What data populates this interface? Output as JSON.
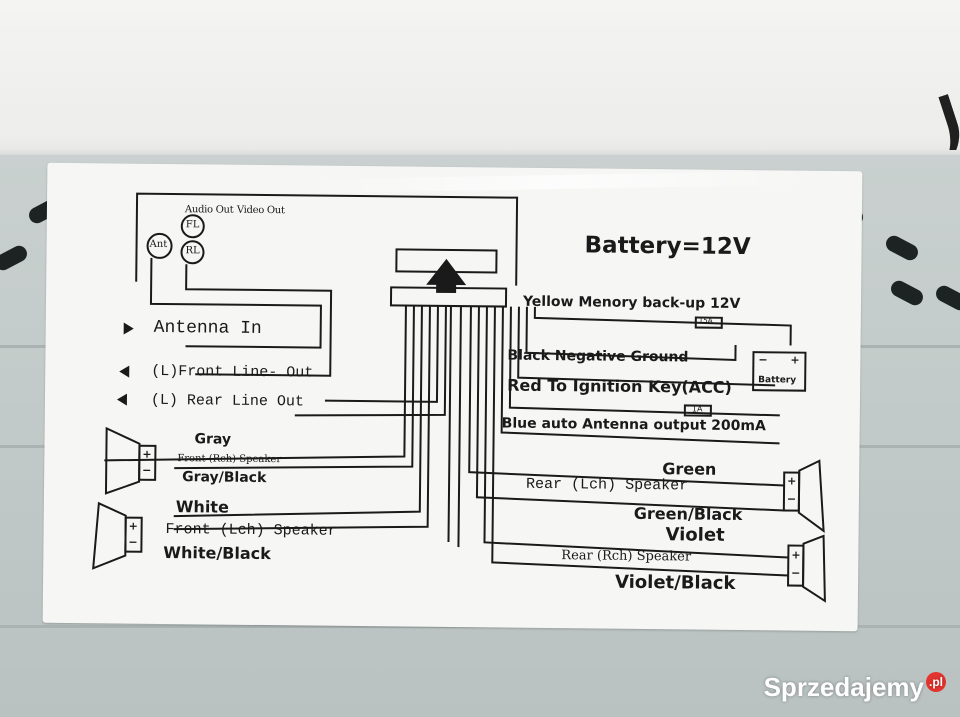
{
  "label": {
    "battery": "Battery=12V",
    "audio_out": "Audio Out",
    "video_out": "Video Out",
    "fl": "FL",
    "rl": "RL",
    "ant": "Ant",
    "antenna_in": "Antenna In",
    "front_line_out": "(L)Front Line- Out",
    "rear_line_out": "(L) Rear  Line Out",
    "yellow": "Yellow Menory back-up 12V",
    "fuse_15a": "15A",
    "black_ground": "Black Negative Ground",
    "battery_box": "Battery",
    "red_ignition": "Red To Ignition Key(ACC)",
    "fuse_1a": "1A",
    "blue_antenna": "Blue auto Antenna output 200mA",
    "gray": "Gray",
    "front_rch_speaker": "Front (Rch) Speaker",
    "gray_black": "Gray/Black",
    "white": "White",
    "front_lch_speaker": "Front (Lch) Speaker",
    "white_black": "White/Black",
    "green": "Green",
    "rear_lch_speaker": "Rear (Lch) Speaker",
    "green_black": "Green/Black",
    "violet": "Violet",
    "rear_rch_speaker": "Rear (Rch) Speaker",
    "violet_black": "Violet/Black",
    "plus": "+",
    "minus": "−"
  },
  "watermark": {
    "brand": "Sprzedajemy",
    "tld": ".pl"
  },
  "colors": {
    "chassis": "#c3cbca",
    "label_paper": "#f6f6f5",
    "ink": "#1a1a1a"
  }
}
